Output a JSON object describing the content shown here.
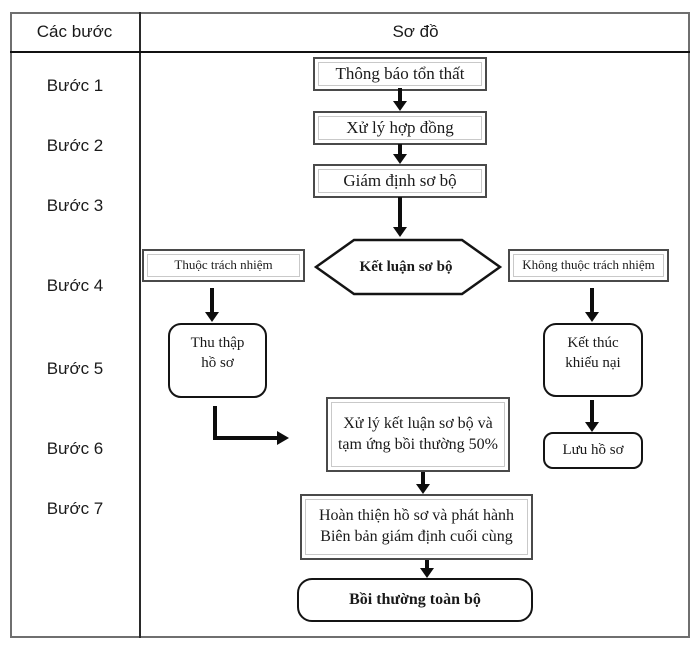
{
  "title_row": {
    "steps_column": "Các bước",
    "diagram_column": "Sơ đồ"
  },
  "steps": [
    "Bước 1",
    "Bước 2",
    "Bước 3",
    "Bước 4",
    "Bước 5",
    "Bước 6",
    "Bước 7"
  ],
  "flowchart": {
    "notify_loss": "Thông báo tổn thất",
    "contract_processing": "Xử lý hợp đồng",
    "preliminary_inspection": "Giám định sơ bộ",
    "decision": "Kết luận sơ bộ",
    "branch_in_scope": "Thuộc trách nhiệm",
    "branch_out_scope": "Không thuộc trách nhiệm",
    "collect_dossier": "Thu thập hồ sơ",
    "end_complaint": "Kết thúc khiếu nại",
    "process_conclusion": "Xử lý kết luận sơ bộ và tạm ứng bồi thường 50%",
    "archive_dossier": "Lưu hồ sơ",
    "finalize_report": "Hoàn thiện hồ sơ và phát hành Biên bản giám định cuối cùng",
    "full_compensation": "Bồi thường toàn bộ"
  },
  "colors": {
    "background": "#ffffff",
    "table_border": "#6f6f6f",
    "box_border": "#4a4a4a",
    "inner_border": "#c9c9c9",
    "shape_border": "#141414",
    "arrow": "#0d0d0d",
    "text": "#1a1a1a"
  }
}
